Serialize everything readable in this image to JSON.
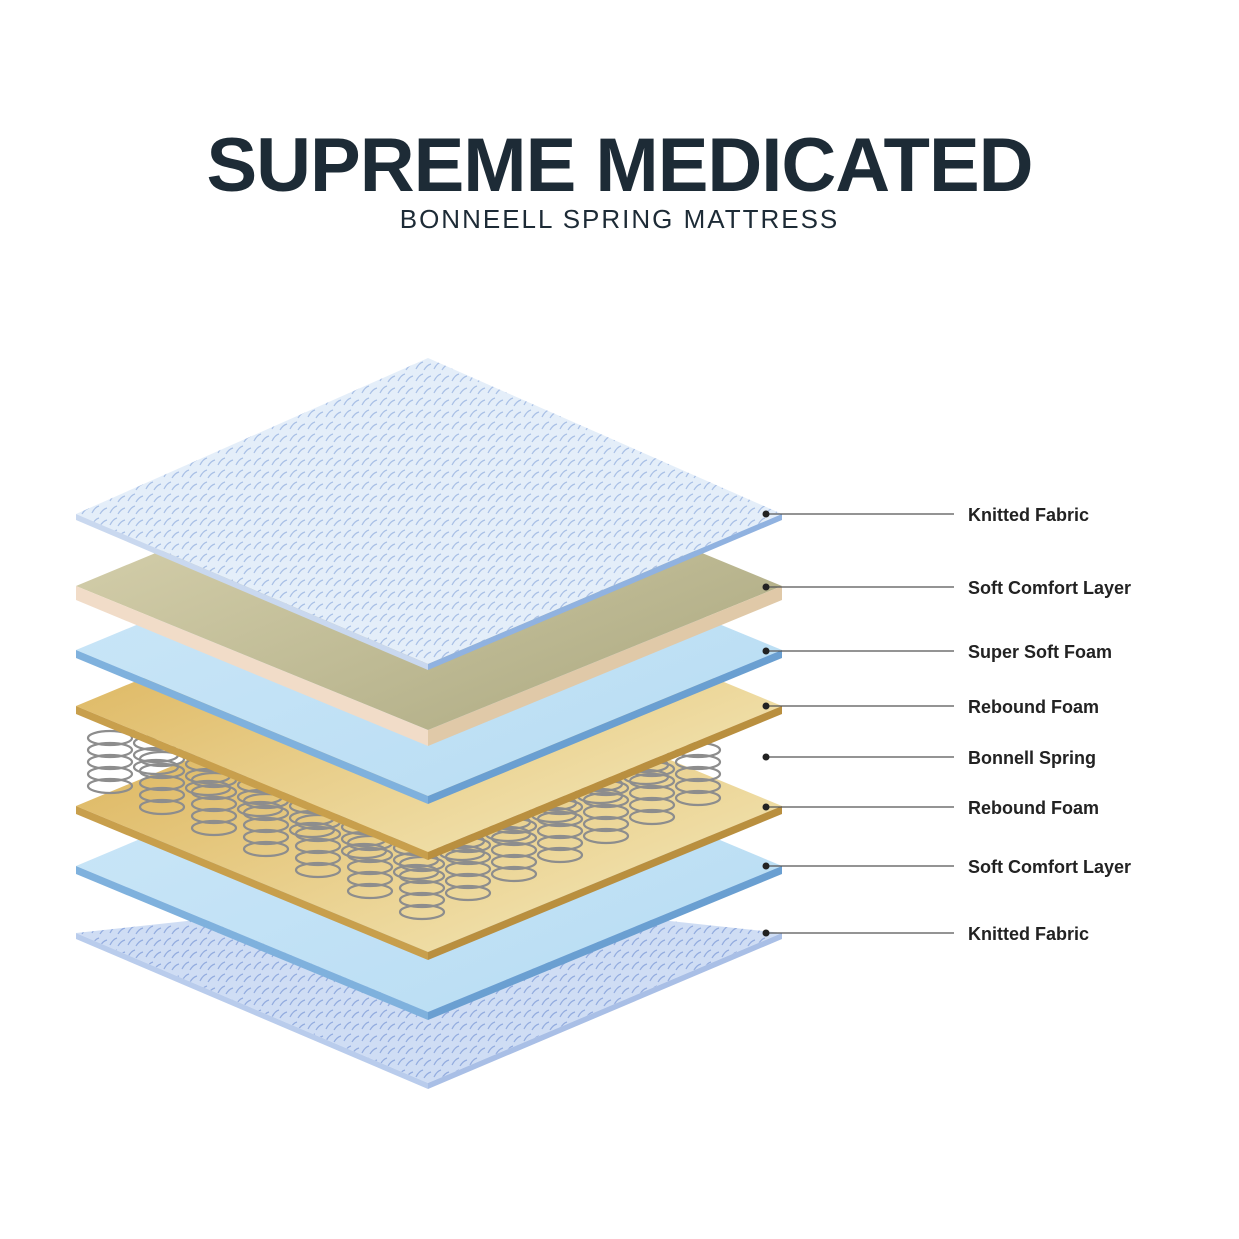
{
  "title": "SUPREME MEDICATED",
  "subtitle": "BONNEELL SPRING MATTRESS",
  "layers": [
    {
      "label": "Knitted Fabric",
      "color": "#dce8f6"
    },
    {
      "label": "Soft Comfort Layer",
      "color": "#c9c498"
    },
    {
      "label": "Super Soft Foam",
      "color": "#bfe0f4"
    },
    {
      "label": "Rebound Foam",
      "color": "#e7c66f"
    },
    {
      "label": "Bonnell Spring",
      "color": "#9a9a9a"
    },
    {
      "label": "Rebound Foam",
      "color": "#e7c66f"
    },
    {
      "label": "Soft Comfort Layer",
      "color": "#bfe0f4"
    },
    {
      "label": "Knitted Fabric",
      "color": "#c8d8f2"
    }
  ]
}
